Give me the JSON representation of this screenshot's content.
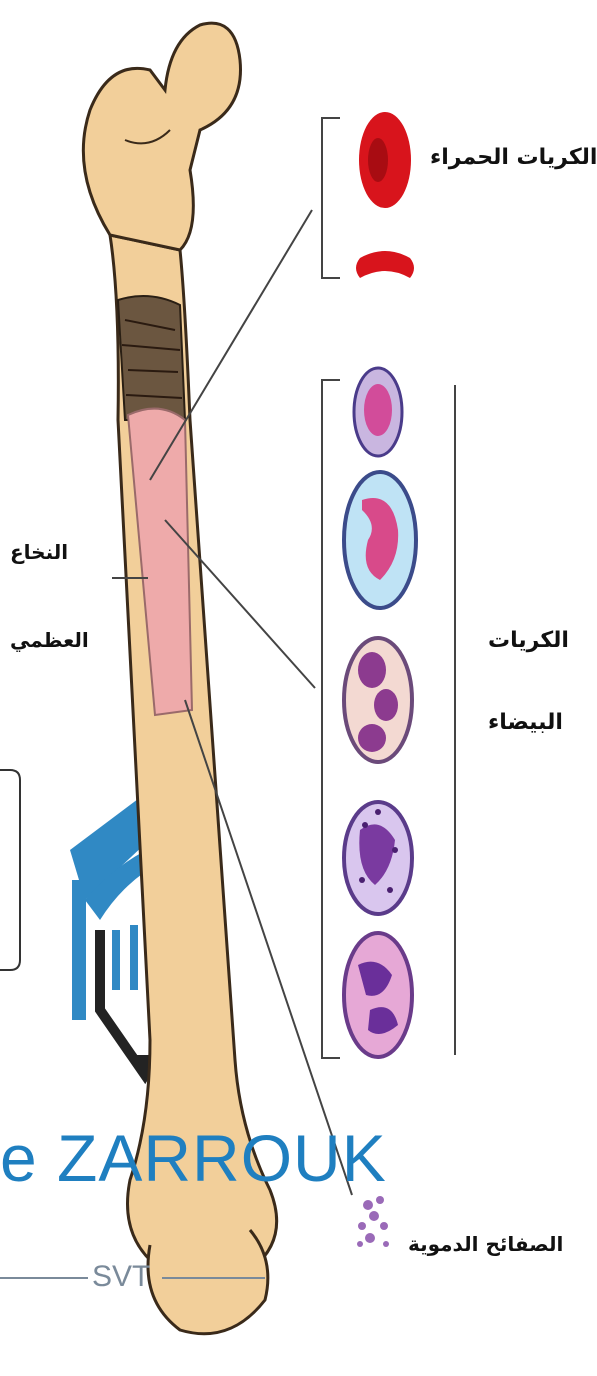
{
  "labels": {
    "red_cells": "الكريات الحمراء",
    "marrow_line1": "النخاع",
    "marrow_line2": "العظمي",
    "white_cells_line1": "الكريات",
    "white_cells_line2": "البيضاء",
    "platelets": "الصفائح الدموية"
  },
  "watermark": {
    "brand_text": "e ZARROUK",
    "sub_text": "SVT"
  },
  "colors": {
    "bone": "#f2cf9a",
    "bone_outline": "#3a2a1a",
    "marrow": "#eeaaaa",
    "red_cell": "#d8141c",
    "cell_purple": "#8a3fa0",
    "brand_blue": "#1f7fc0"
  }
}
